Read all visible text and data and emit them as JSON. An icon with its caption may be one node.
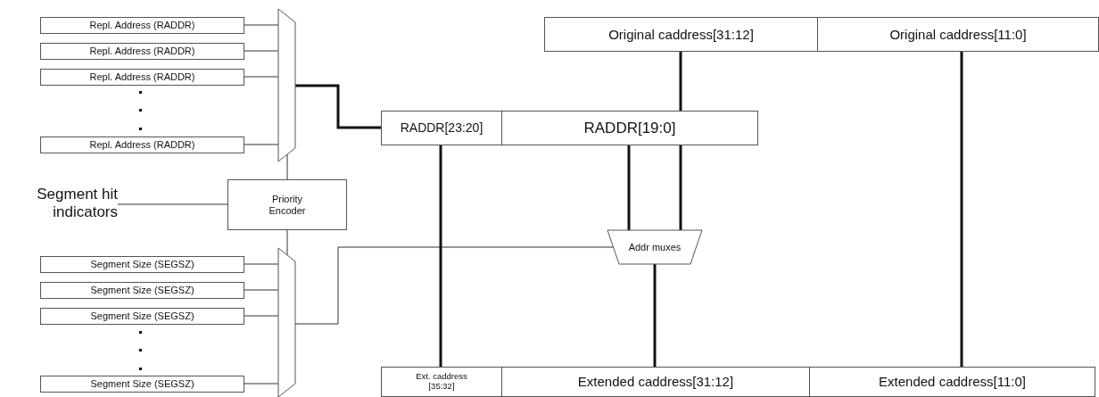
{
  "diagram": {
    "nodes": [
      {
        "text": [
          "Repl. Address (RADDR)"
        ]
      },
      {
        "text": [
          "Repl. Address (RADDR)"
        ]
      },
      {
        "text": [
          "Repl. Address (RADDR)"
        ]
      },
      {
        "text": [
          "Repl. Address (RADDR)"
        ]
      },
      {
        "text": [],
        "shape": "trapezoid"
      },
      {
        "text": [
          "Priority Encoder"
        ]
      },
      {
        "text": [
          "Segment hit indicators"
        ]
      },
      {
        "text": [
          "Segment Size (SEGSZ)"
        ]
      },
      {
        "text": [
          "Segment Size (SEGSZ)"
        ]
      },
      {
        "text": [
          "Segment Size (SEGSZ)"
        ]
      },
      {
        "text": [
          "Segment Size (SEGSZ)"
        ]
      },
      {
        "text": [],
        "shape": "trapezoid"
      },
      {
        "text": [
          "Original caddress[31:12]"
        ]
      },
      {
        "text": [
          "Original caddress[11:0]"
        ]
      },
      {
        "text": [
          "RADDR[23:20]"
        ]
      },
      {
        "text": [
          "RADDR[19:0]"
        ]
      },
      {
        "text": [
          "Addr muxes"
        ]
      },
      {
        "text": [
          "Ext. caddress [35:32]"
        ]
      },
      {
        "text": [
          "Extended caddress[31:12]"
        ]
      },
      {
        "text": [
          "Extended caddress[11:0]"
        ]
      }
    ],
    "edges": [
      {
        "from": 0,
        "to": 4,
        "arrow": "none"
      },
      {
        "from": 1,
        "to": 4,
        "arrow": "none"
      },
      {
        "from": 2,
        "to": 4,
        "arrow": "none"
      },
      {
        "from": 3,
        "to": 4,
        "arrow": "none"
      },
      {
        "from": 4,
        "to": 14,
        "arrow": "none",
        "style": "thick"
      },
      {
        "from": 4,
        "to": 5,
        "arrow": "none"
      },
      {
        "from": 6,
        "to": 5,
        "arrow": "none"
      },
      {
        "from": 5,
        "to": 11,
        "arrow": "none"
      },
      {
        "from": 7,
        "to": 11,
        "arrow": "none"
      },
      {
        "from": 8,
        "to": 11,
        "arrow": "none"
      },
      {
        "from": 9,
        "to": 11,
        "arrow": "none"
      },
      {
        "from": 10,
        "to": 11,
        "arrow": "none"
      },
      {
        "from": 11,
        "to": 16,
        "arrow": "none"
      },
      {
        "from": 12,
        "to": 15,
        "arrow": "none",
        "style": "thick"
      },
      {
        "from": 15,
        "to": 16,
        "arrow": "none",
        "style": "thick"
      },
      {
        "from": 15,
        "to": 16,
        "arrow": "none",
        "style": "thick"
      },
      {
        "from": 14,
        "to": 17,
        "arrow": "none",
        "style": "thick"
      },
      {
        "from": 16,
        "to": 18,
        "arrow": "none",
        "style": "thick"
      },
      {
        "from": 13,
        "to": 19,
        "arrow": "none",
        "style": "thick"
      }
    ]
  }
}
